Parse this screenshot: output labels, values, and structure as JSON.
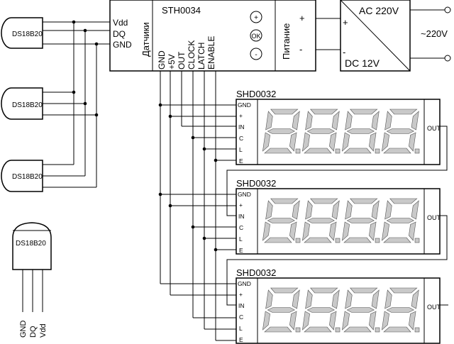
{
  "controller": {
    "title": "STH0034",
    "sensor_pins": [
      "Vdd",
      "DQ",
      "GND"
    ],
    "sensor_section_label": "Датчики",
    "buttons": [
      "+",
      "OK",
      "-"
    ],
    "power_section_label": "Питание",
    "power_plus": "+",
    "power_minus": "-",
    "output_pins": [
      "GND",
      "+5V",
      "OUT",
      "CLOCK",
      "LATCH",
      "ENABLE"
    ]
  },
  "power_supply": {
    "ac_label": "AC 220V",
    "dc_label": "DC 12V",
    "plus": "+",
    "minus": "-",
    "mains_label": "~220V"
  },
  "sensors": {
    "label": "DS18B20",
    "count": 3
  },
  "sensor_detail": {
    "label": "DS18B20",
    "pins": [
      "GND",
      "DQ",
      "Vdd"
    ]
  },
  "displays": [
    {
      "title": "SHD0032",
      "pins": [
        "GND",
        "+",
        "IN",
        "C",
        "L",
        "E"
      ],
      "out_label": "OUT"
    },
    {
      "title": "SHD0032",
      "pins": [
        "GND",
        "+",
        "IN",
        "C",
        "L",
        "E"
      ],
      "out_label": "OUT"
    },
    {
      "title": "SHD0032",
      "pins": [
        "GND",
        "+",
        "IN",
        "C",
        "L",
        "E"
      ],
      "out_label": "OUT"
    }
  ]
}
